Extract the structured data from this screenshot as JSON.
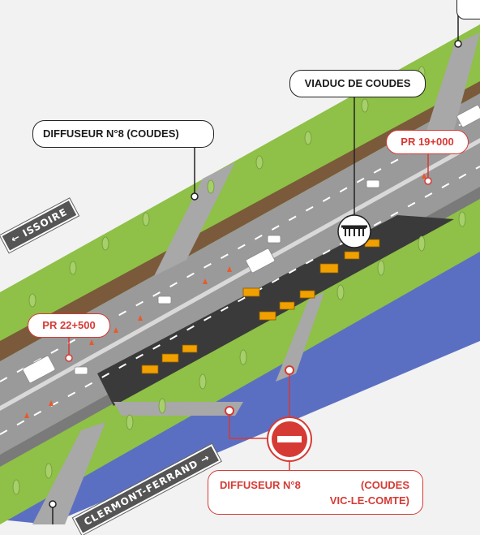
{
  "callouts": {
    "diffuseur_top": "DIFFUSEUR N°8   (COUDES)",
    "viaduc": "VIADUC DE COUDES",
    "pr_19": "PR 19+000",
    "pr_22": "PR 22+500",
    "diffuseur_bottom_line1": "DIFFUSEUR N°8",
    "diffuseur_bottom_coudes": "(COUDES",
    "diffuseur_bottom_line2": "VIC-LE-COMTE)"
  },
  "signs": {
    "issoire": "ISSOIRE",
    "clermont": "CLERMONT-FERRAND"
  },
  "colors": {
    "grass": "#8fc047",
    "road": "#9a9a9a",
    "worksite": "#3a3a3a",
    "river": "#5b6fc2",
    "accent_red": "#d63a35",
    "machinery": "#f0a000"
  },
  "icons": [
    "bridge-icon",
    "no-entry-icon",
    "arrow-left-icon",
    "arrow-right-icon"
  ]
}
